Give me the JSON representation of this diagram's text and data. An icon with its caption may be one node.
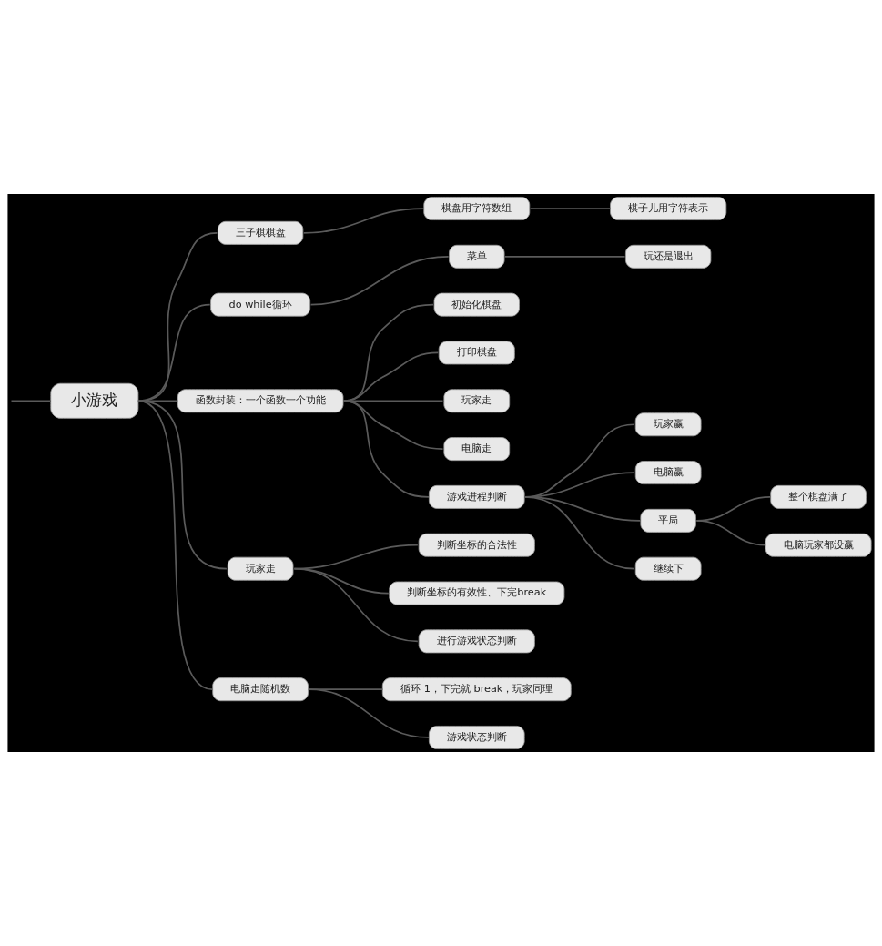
{
  "diagram": {
    "nodes": [
      {
        "text": [
          "小游戏"
        ]
      },
      {
        "text": [
          "三子棋棋盘"
        ]
      },
      {
        "text": [
          "棋盘用字符数组"
        ]
      },
      {
        "text": [
          "棋子儿用字符表示"
        ]
      },
      {
        "text": [
          "do while循环"
        ]
      },
      {
        "text": [
          "菜单"
        ]
      },
      {
        "text": [
          "玩还是退出"
        ]
      },
      {
        "text": [
          "函数封装：一个函数一个功能"
        ]
      },
      {
        "text": [
          "初始化棋盘"
        ]
      },
      {
        "text": [
          "打印棋盘"
        ]
      },
      {
        "text": [
          "玩家走"
        ]
      },
      {
        "text": [
          "电脑走"
        ]
      },
      {
        "text": [
          "游戏进程判断"
        ]
      },
      {
        "text": [
          "玩家赢"
        ]
      },
      {
        "text": [
          "电脑赢"
        ]
      },
      {
        "text": [
          "平局"
        ]
      },
      {
        "text": [
          "整个棋盘满了"
        ]
      },
      {
        "text": [
          "电脑玩家都没赢"
        ]
      },
      {
        "text": [
          "继续下"
        ]
      },
      {
        "text": [
          "玩家走"
        ]
      },
      {
        "text": [
          "判断坐标的合法性"
        ]
      },
      {
        "text": [
          "判断坐标的有效性、下完break"
        ]
      },
      {
        "text": [
          "进行游戏状态判断"
        ]
      },
      {
        "text": [
          "电脑走随机数"
        ]
      },
      {
        "text": [
          "循环 1，下完就 break，玩家同理"
        ]
      },
      {
        "text": [
          "游戏状态判断"
        ]
      }
    ],
    "edges": [
      {
        "from": null,
        "to": 0,
        "arrow": "none"
      },
      {
        "from": 0,
        "to": 1,
        "arrow": "none"
      },
      {
        "from": 1,
        "to": 2,
        "arrow": "none"
      },
      {
        "from": 2,
        "to": 3,
        "arrow": "none"
      },
      {
        "from": 0,
        "to": 4,
        "arrow": "none"
      },
      {
        "from": 4,
        "to": 5,
        "arrow": "none"
      },
      {
        "from": 5,
        "to": 6,
        "arrow": "none"
      },
      {
        "from": 0,
        "to": 7,
        "arrow": "none"
      },
      {
        "from": 7,
        "to": 8,
        "arrow": "none"
      },
      {
        "from": 7,
        "to": 9,
        "arrow": "none"
      },
      {
        "from": 7,
        "to": 10,
        "arrow": "none"
      },
      {
        "from": 7,
        "to": 11,
        "arrow": "none"
      },
      {
        "from": 7,
        "to": 12,
        "arrow": "none"
      },
      {
        "from": 12,
        "to": 13,
        "arrow": "none"
      },
      {
        "from": 12,
        "to": 14,
        "arrow": "none"
      },
      {
        "from": 12,
        "to": 15,
        "arrow": "none"
      },
      {
        "from": 15,
        "to": 16,
        "arrow": "none"
      },
      {
        "from": 15,
        "to": 17,
        "arrow": "none"
      },
      {
        "from": 12,
        "to": 18,
        "arrow": "none"
      },
      {
        "from": 0,
        "to": 19,
        "arrow": "none"
      },
      {
        "from": 19,
        "to": 20,
        "arrow": "none"
      },
      {
        "from": 19,
        "to": 21,
        "arrow": "none"
      },
      {
        "from": 19,
        "to": 22,
        "arrow": "none"
      },
      {
        "from": 0,
        "to": 23,
        "arrow": "none"
      },
      {
        "from": 23,
        "to": 24,
        "arrow": "none"
      },
      {
        "from": 23,
        "to": 25,
        "arrow": "none"
      }
    ]
  }
}
